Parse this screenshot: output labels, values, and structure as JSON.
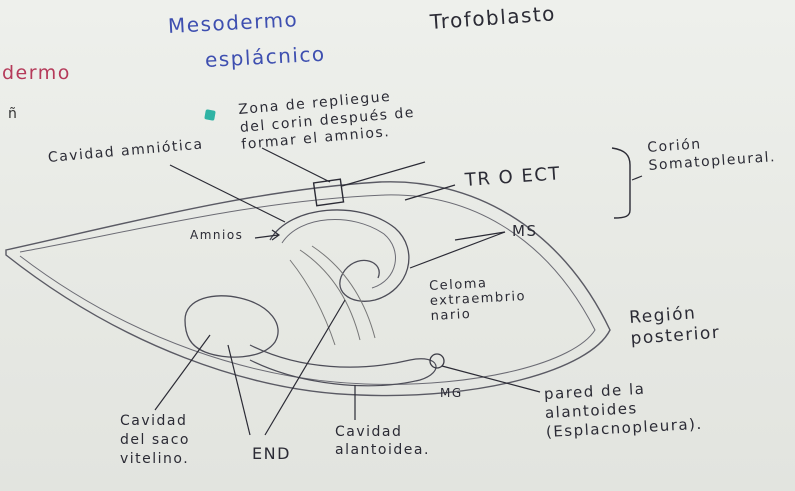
{
  "labels": {
    "mesodermo_esplacnico_1": "Mesodermo",
    "mesodermo_esplacnico_2": "esplácnico",
    "trofoblasto": "Trofoblasto",
    "ectodermo_partial": "dermo",
    "margin_n": "ñ",
    "zona_repliegue": "Zona de repliegue\ndel corin después de\nformar el amnios.",
    "cavidad_amniotica": "Cavidad amniótica",
    "amnios": "Amnios",
    "tr_o_ect": "TR O ECT",
    "corion_somatopleural": "Corión\nSomatopleural.",
    "ms": "MS",
    "celoma": "Celoma\nextraembrio\nnario",
    "region_posterior": "Región\nposterior",
    "mg": "MG",
    "pared_alantoides": "pared de la\nalantoides\n(Esplacnopleura).",
    "cavidad_saco": "Cavidad\ndel saco\nvitelino.",
    "end": "END",
    "cavidad_alantoidea": "Cavidad\nalantoidea."
  }
}
